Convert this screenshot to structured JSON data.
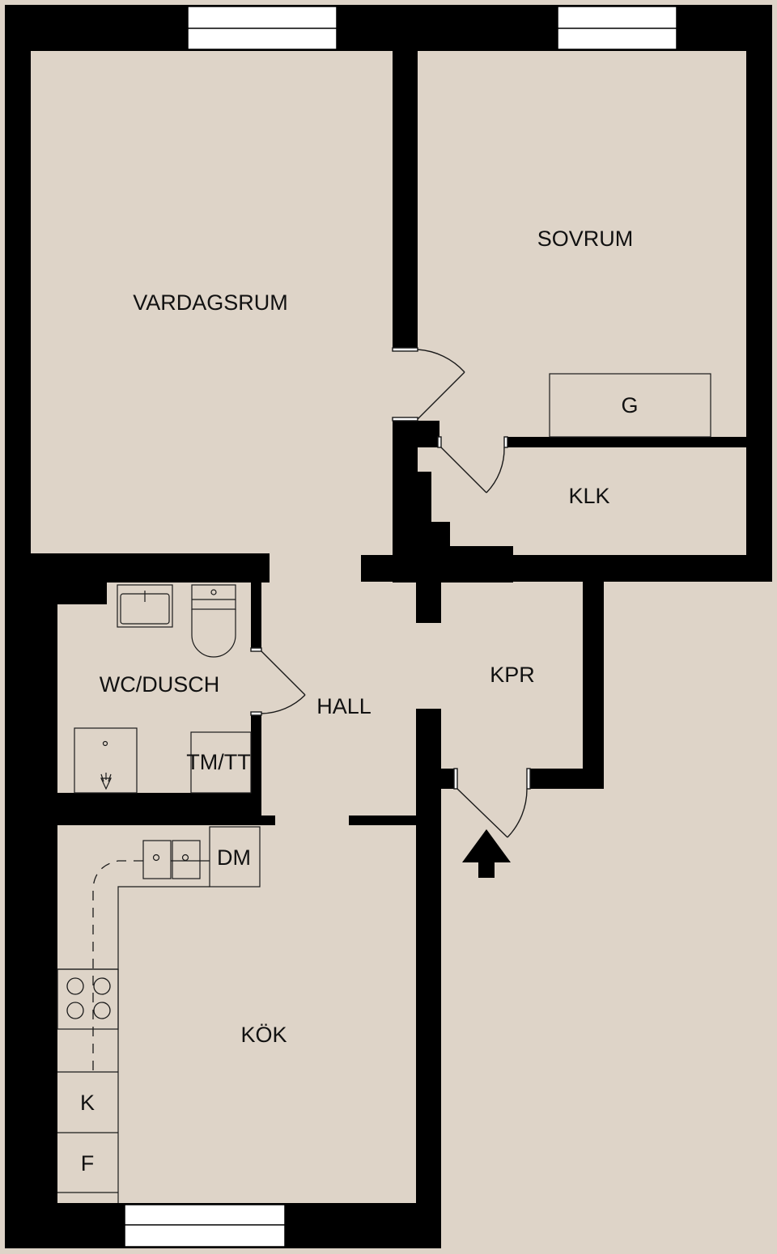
{
  "colors": {
    "background": "#ded4c8",
    "wall": "#000000",
    "window": "#ffffff",
    "fixture_line": "#1a1a1a"
  },
  "rooms": {
    "vardagsrum": "VARDAGSRUM",
    "sovrum": "SOVRUM",
    "klk": "KLK",
    "wc_dusch": "WC/DUSCH",
    "hall": "HALL",
    "kpr": "KPR",
    "kok": "KÖK"
  },
  "fixtures": {
    "g": "G",
    "tm_tt": "TM/TT",
    "dm": "DM",
    "k": "K",
    "f": "F"
  },
  "icons": {
    "entrance": "entrance-arrow-icon",
    "sink": "washbasin-icon",
    "toilet": "toilet-icon",
    "shower": "shower-icon",
    "stove": "stove-icon",
    "kitchen_sink": "kitchen-sink-icon"
  }
}
